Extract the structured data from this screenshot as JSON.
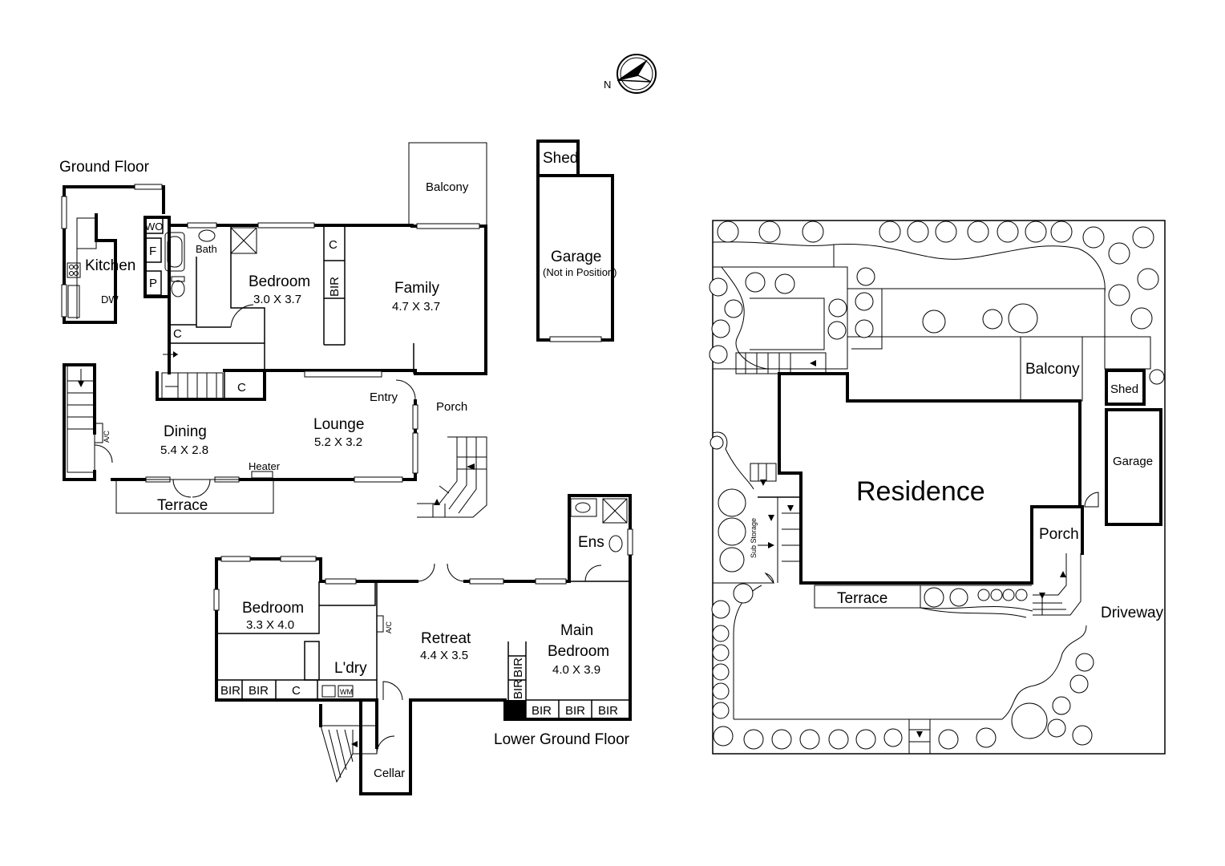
{
  "compass": {
    "north_label": "N"
  },
  "ground_floor": {
    "title": "Ground Floor",
    "rooms": {
      "kitchen": "Kitchen",
      "dw": "DW",
      "wo": "WO",
      "f": "F",
      "p": "P",
      "bath": "Bath",
      "c1": "C",
      "c2": "C",
      "bedroom": "Bedroom",
      "bedroom_dim": "3.0 X 3.7",
      "bir": "BIR",
      "c3": "C",
      "family": "Family",
      "family_dim": "4.7 X 3.7",
      "balcony": "Balcony",
      "entry": "Entry",
      "porch": "Porch",
      "dining": "Dining",
      "dining_dim": "5.4 X 2.8",
      "ac": "A/C",
      "lounge": "Lounge",
      "lounge_dim": "5.2 X 3.2",
      "heater": "Heater",
      "terrace": "Terrace"
    }
  },
  "outbuildings": {
    "shed": "Shed",
    "garage": "Garage",
    "garage_note": "(Not in Position)"
  },
  "lower_ground_floor": {
    "title": "Lower Ground Floor",
    "rooms": {
      "bedroom": "Bedroom",
      "bedroom_dim": "3.3 X 4.0",
      "bir1": "BIR",
      "bir2": "BIR",
      "c": "C",
      "ldry": "L'dry",
      "wm": "WM",
      "ac": "A/C",
      "retreat": "Retreat",
      "retreat_dim": "4.4 X 3.5",
      "ens": "Ens",
      "main_bedroom_1": "Main",
      "main_bedroom_2": "Bedroom",
      "main_bedroom_dim": "4.0 X 3.9",
      "bir3": "BIR",
      "bir4": "BIR",
      "bir5": "BIR",
      "bir6": "BIR",
      "bir7": "BIR",
      "cellar": "Cellar"
    }
  },
  "site_plan": {
    "residence": "Residence",
    "balcony": "Balcony",
    "shed": "Shed",
    "garage": "Garage",
    "porch": "Porch",
    "terrace": "Terrace",
    "driveway": "Driveway",
    "sub_storage": "Sub Storage"
  }
}
